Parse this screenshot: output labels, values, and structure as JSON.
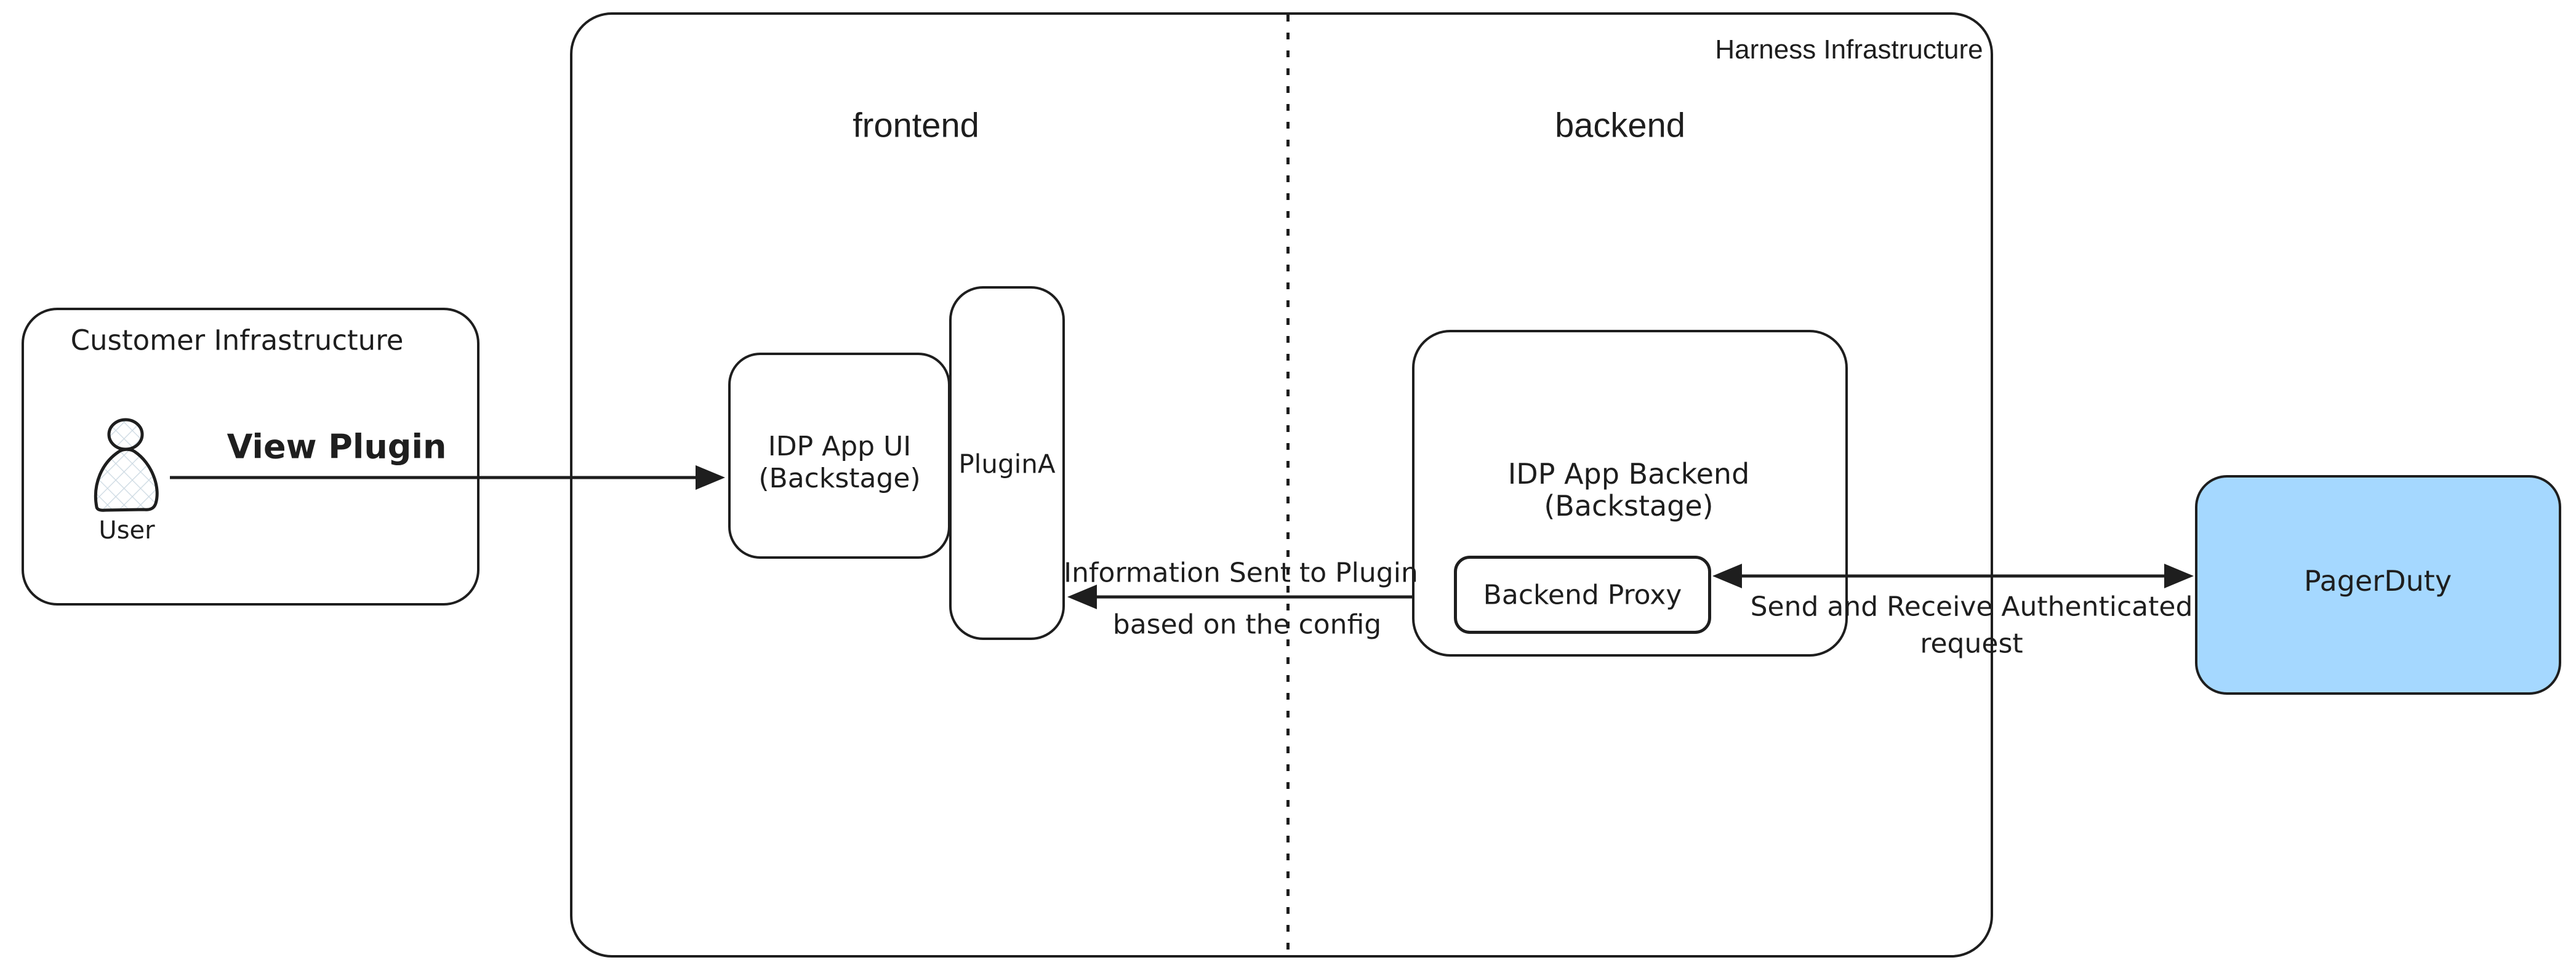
{
  "colors": {
    "stroke": "#1e1e1e",
    "background": "#ffffff",
    "pagerduty_fill": "#a5d8ff",
    "hatch": "#ccd9e2"
  },
  "customer": {
    "title": "Customer Infrastructure",
    "user_label": "User"
  },
  "harness": {
    "title": "Harness Infrastructure",
    "frontend_label": "frontend",
    "backend_label": "backend"
  },
  "nodes": {
    "idp_ui": {
      "line1": "IDP App UI",
      "line2": "(Backstage)"
    },
    "plugin_a": {
      "label": "PluginA"
    },
    "idp_backend": {
      "line1": "IDP App Backend",
      "line2": "(Backstage)"
    },
    "backend_proxy": {
      "label": "Backend Proxy"
    },
    "pagerduty": {
      "label": "PagerDuty"
    }
  },
  "arrows": {
    "view_plugin": {
      "label": "View Plugin"
    },
    "info": {
      "line1": "Information Sent to Plugin",
      "line2": "based on the config"
    },
    "auth": {
      "line1": "Send and Receive Authenticated",
      "line2": "request"
    }
  }
}
